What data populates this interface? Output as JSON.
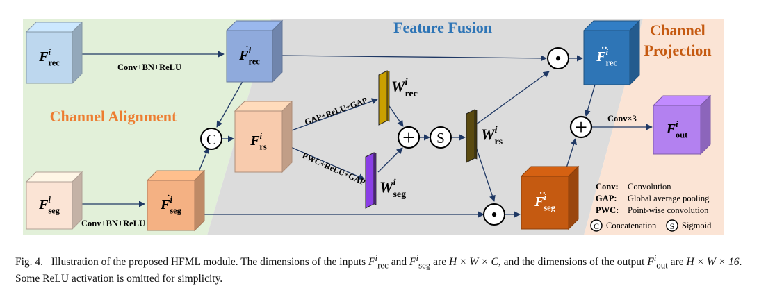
{
  "regions": {
    "alignment": {
      "title": "Channel Alignment",
      "color": "#ed7d31",
      "bg": "#e2f0d9"
    },
    "fusion": {
      "title": "Feature Fusion",
      "color": "#2e75b6",
      "bg": "#dcdcdc"
    },
    "projection": {
      "title_line1": "Channel",
      "title_line2": "Projection",
      "color": "#c55a11",
      "bg": "#fbe4d5"
    }
  },
  "blocks": {
    "f_rec": {
      "base": "F",
      "sup": "i",
      "sub": "rec",
      "accent": "",
      "color": "#bdd7ee"
    },
    "f_seg": {
      "base": "F",
      "sup": "i",
      "sub": "seg",
      "accent": "",
      "color": "#fbe4d5"
    },
    "f_rec_dot": {
      "base": "F",
      "sup": "i",
      "sub": "rec",
      "accent": "·",
      "color": "#8faadc"
    },
    "f_seg_dot": {
      "base": "F",
      "sup": "i",
      "sub": "seg",
      "accent": "·",
      "color": "#f4b183"
    },
    "f_rs": {
      "base": "F",
      "sup": "i",
      "sub": "rs",
      "accent": "",
      "color": "#f8cbad"
    },
    "f_rec_ddot": {
      "base": "F",
      "sup": "i",
      "sub": "rec",
      "accent": "··",
      "color": "#2e75b6"
    },
    "f_seg_ddot": {
      "base": "F",
      "sup": "i",
      "sub": "seg",
      "accent": "··",
      "color": "#c55a11"
    },
    "f_out": {
      "base": "F",
      "sup": "i",
      "sub": "out",
      "accent": "",
      "color": "#b381f0"
    }
  },
  "weights": {
    "w_rec": {
      "base": "W",
      "sup": "i",
      "sub": "rec",
      "color": "#c9a000"
    },
    "w_seg": {
      "base": "W",
      "sup": "i",
      "sub": "seg",
      "color": "#8a3ee6"
    },
    "w_rs": {
      "base": "W",
      "sup": "i",
      "sub": "rs",
      "color": "#5a4a10"
    }
  },
  "operations": {
    "concat": "C",
    "sigmoid": "S",
    "add": "+",
    "mul": "•"
  },
  "edge_labels": {
    "conv_bn_relu_top": "Conv+BN+ReLU",
    "conv_bn_relu_bottom": "Conv+BN+ReLU",
    "gap_path": "GAP+ReLU+GAP",
    "pwc_path": "PWC+ReLU+GAP",
    "conv_x3": "Conv×3"
  },
  "legend": [
    {
      "key": "Conv:",
      "desc": "Convolution"
    },
    {
      "key": "GAP:",
      "desc": "Global average pooling"
    },
    {
      "key": "PWC:",
      "desc": "Point-wise convolution"
    }
  ],
  "legend_symbols": [
    {
      "symbol": "C",
      "desc": "Concatenation"
    },
    {
      "symbol": "S",
      "desc": "Sigmoid"
    }
  ],
  "caption": {
    "label": "Fig. 4.",
    "t1": "Illustration of the proposed HFML module. The dimensions of the inputs ",
    "v1": "F",
    "v1_sup": "i",
    "v1_sub": "rec",
    "t2": " and ",
    "v2": "F",
    "v2_sup": "i",
    "v2_sub": "seg",
    "t3": " are ",
    "dim1": "H × W × C",
    "t4": ", and the dimensions of the output ",
    "v3": "F",
    "v3_sup": "i",
    "v3_sub": "out",
    "t5": " are ",
    "dim2": "H × W × 16",
    "t6": ". Some ReLU activation is omitted for simplicity."
  }
}
